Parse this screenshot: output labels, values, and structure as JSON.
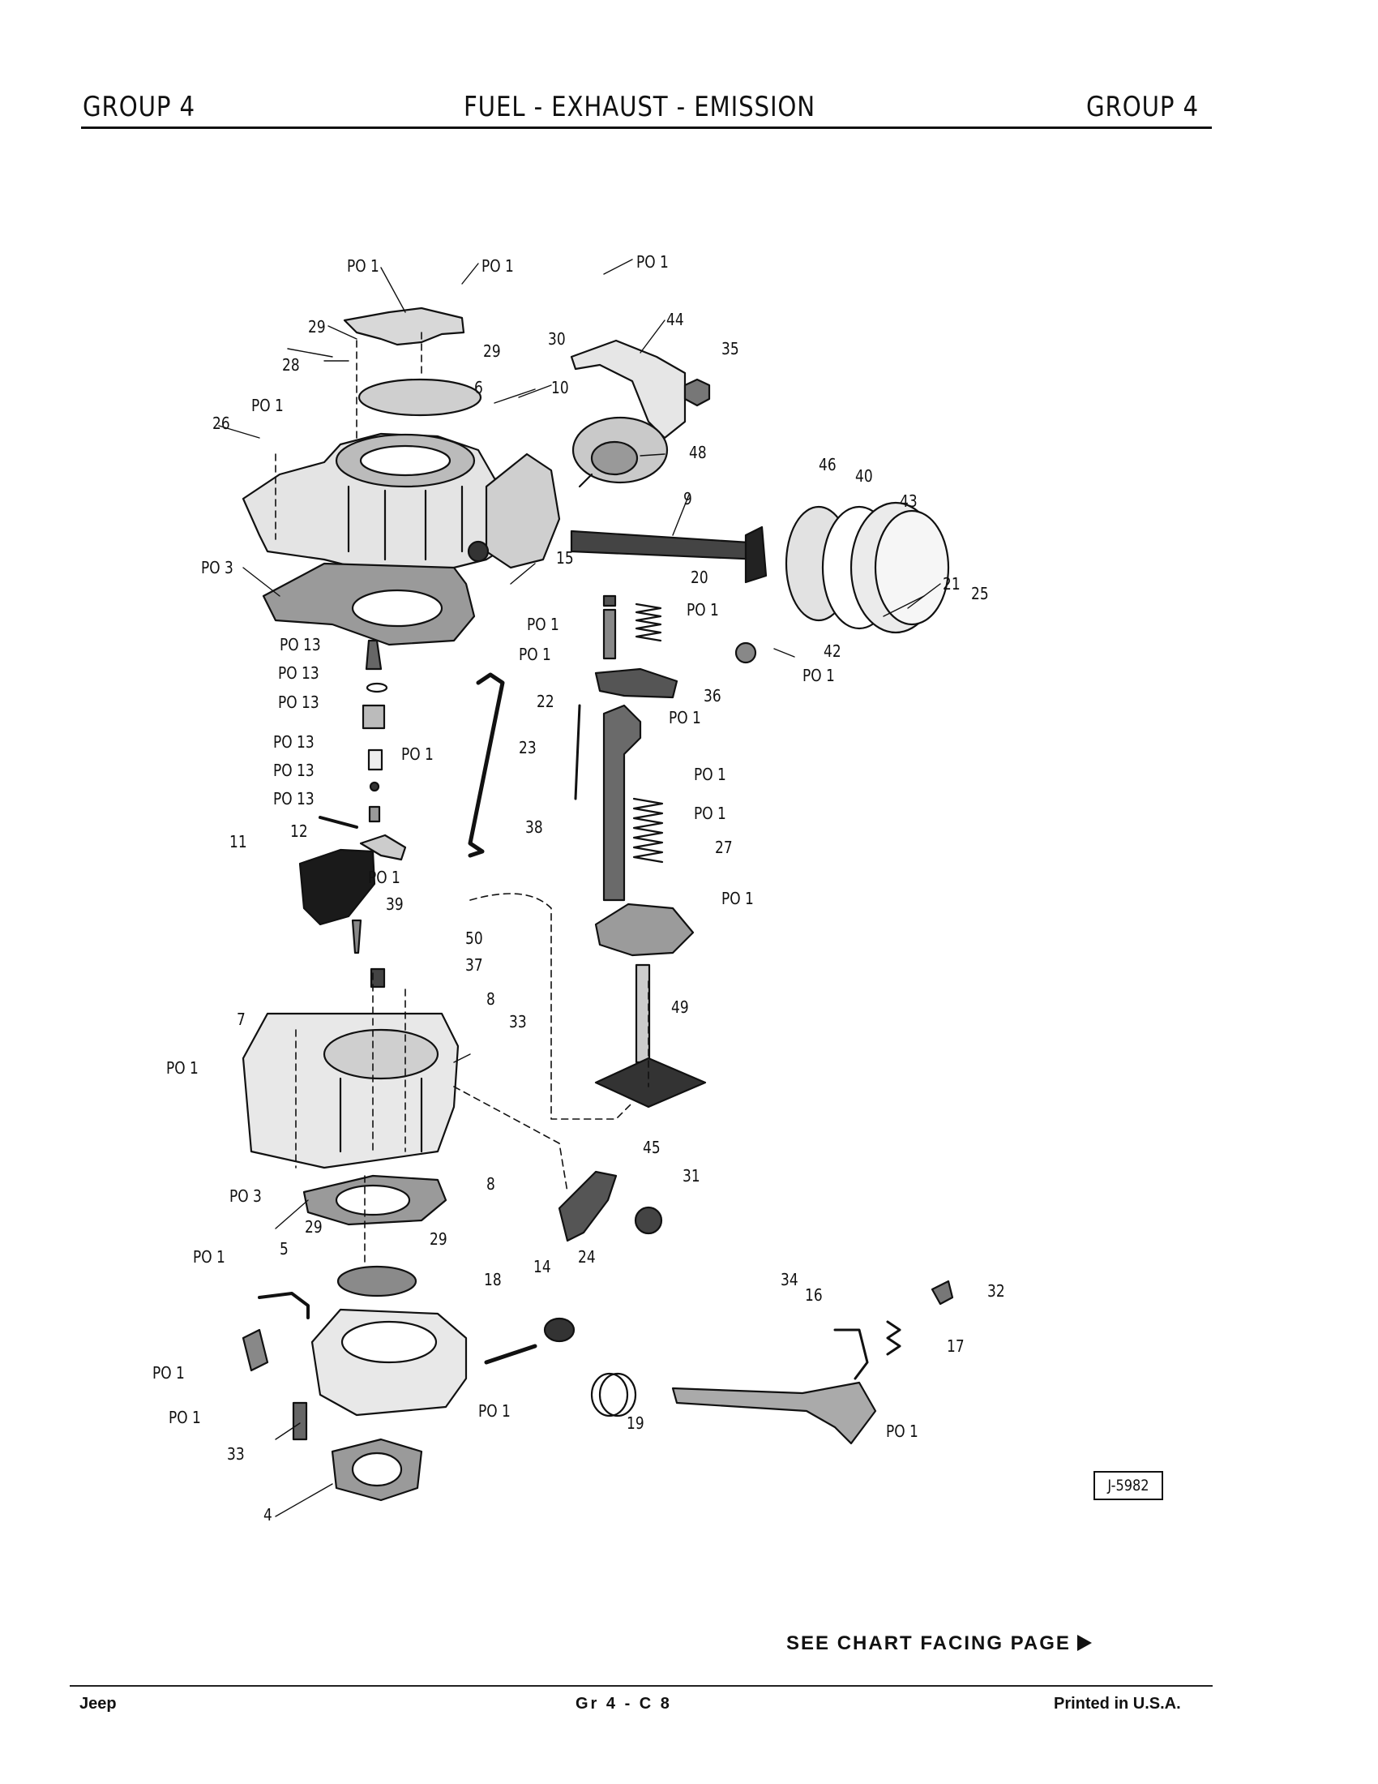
{
  "header": {
    "left": "GROUP 4",
    "center": "FUEL - EXHAUST - EMISSION",
    "right": "GROUP 4"
  },
  "footer": {
    "left": "Jeep",
    "center": "Gr 4 - C 8",
    "right": "Printed in U.S.A."
  },
  "see_chart": "SEE CHART FACING PAGE",
  "figure_id": "J-5982",
  "callouts": [
    {
      "text": "PO 1"
    },
    {
      "text": "PO 1"
    },
    {
      "text": "PO 1"
    },
    {
      "text": "44"
    },
    {
      "text": "35"
    },
    {
      "text": "29"
    },
    {
      "text": "29"
    },
    {
      "text": "30"
    },
    {
      "text": "28"
    },
    {
      "text": "6"
    },
    {
      "text": "10"
    },
    {
      "text": "PO 1"
    },
    {
      "text": "26"
    },
    {
      "text": "48"
    },
    {
      "text": "46"
    },
    {
      "text": "40"
    },
    {
      "text": "9"
    },
    {
      "text": "43"
    },
    {
      "text": "PO 3"
    },
    {
      "text": "15"
    },
    {
      "text": "20"
    },
    {
      "text": "21"
    },
    {
      "text": "25"
    },
    {
      "text": "PO 1"
    },
    {
      "text": "PO 1"
    },
    {
      "text": "PO 13"
    },
    {
      "text": "PO 1"
    },
    {
      "text": "42"
    },
    {
      "text": "PO 13"
    },
    {
      "text": "PO 1"
    },
    {
      "text": "PO 13"
    },
    {
      "text": "22"
    },
    {
      "text": "36"
    },
    {
      "text": "PO 1"
    },
    {
      "text": "PO 13"
    },
    {
      "text": "PO 1"
    },
    {
      "text": "23"
    },
    {
      "text": "PO 13"
    },
    {
      "text": "PO 1"
    },
    {
      "text": "PO 13"
    },
    {
      "text": "PO 1"
    },
    {
      "text": "12"
    },
    {
      "text": "38"
    },
    {
      "text": "11"
    },
    {
      "text": "27"
    },
    {
      "text": "PO 1"
    },
    {
      "text": "PO 1"
    },
    {
      "text": "39"
    },
    {
      "text": "50"
    },
    {
      "text": "37"
    },
    {
      "text": "49"
    },
    {
      "text": "8"
    },
    {
      "text": "7"
    },
    {
      "text": "33"
    },
    {
      "text": "PO 1"
    },
    {
      "text": "45"
    },
    {
      "text": "31"
    },
    {
      "text": "8"
    },
    {
      "text": "PO 3"
    },
    {
      "text": "29"
    },
    {
      "text": "29"
    },
    {
      "text": "PO 1"
    },
    {
      "text": "5"
    },
    {
      "text": "24"
    },
    {
      "text": "14"
    },
    {
      "text": "18"
    },
    {
      "text": "34"
    },
    {
      "text": "32"
    },
    {
      "text": "16"
    },
    {
      "text": "17"
    },
    {
      "text": "PO 1"
    },
    {
      "text": "PO 1"
    },
    {
      "text": "PO 1"
    },
    {
      "text": "19"
    },
    {
      "text": "PO 1"
    },
    {
      "text": "33"
    },
    {
      "text": "4"
    }
  ]
}
